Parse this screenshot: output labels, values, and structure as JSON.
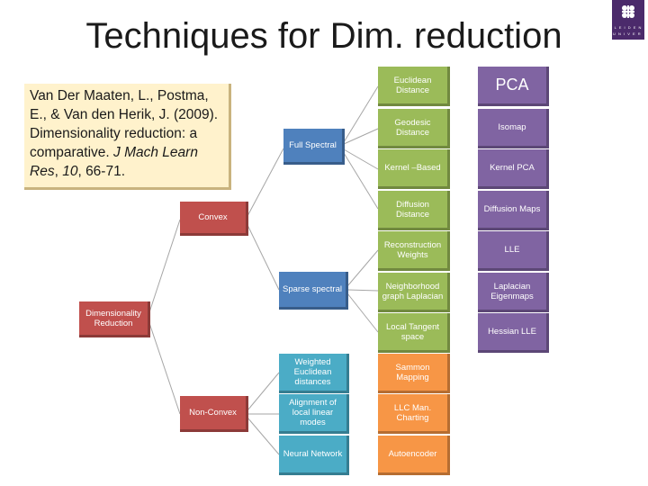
{
  "slide": {
    "title": "Techniques for Dim. reduction",
    "citation": {
      "authors": "Van Der Maaten, L., Postma, E., & Van den Herik, J. (2009). Dimensionality reduction: a comparative.",
      "journal": "J Mach Learn Res",
      "sep1": ", ",
      "volume": "10",
      "pages": ", 66-71."
    },
    "logo": {
      "line1": "L E I D E N",
      "line2": "U N I V E R S I T Y"
    }
  },
  "tree": {
    "root": "Dimensionality Reduction",
    "convex": "Convex",
    "non_convex": "Non-Convex",
    "full_spectral": "Full Spectral",
    "sparse_spectral": "Sparse spectral",
    "full_spectral_methods": [
      {
        "criterion": "Euclidean Distance",
        "technique": "PCA"
      },
      {
        "criterion": "Geodesic Distance",
        "technique": "Isomap"
      },
      {
        "criterion": "Kernel –Based",
        "technique": "Kernel PCA"
      },
      {
        "criterion": "Diffusion Distance",
        "technique": "Diffusion Maps"
      }
    ],
    "sparse_spectral_methods": [
      {
        "criterion": "Reconstruction Weights",
        "technique": "LLE"
      },
      {
        "criterion": "Neighborhood graph Laplacian",
        "technique": "Laplacian Eigenmaps"
      },
      {
        "criterion": "Local Tangent space",
        "technique": "Hessian LLE"
      }
    ],
    "non_convex_methods": [
      {
        "criterion": "Weighted Euclidean distances",
        "technique": "Sammon Mapping"
      },
      {
        "criterion": "Alignment of local linear modes",
        "technique": "LLC Man. Charting"
      },
      {
        "criterion": "Neural Network",
        "technique": "Autoencoder"
      }
    ]
  }
}
